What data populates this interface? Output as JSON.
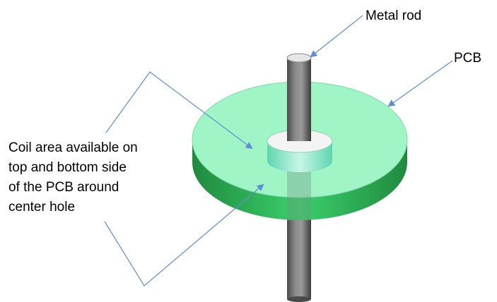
{
  "labels": {
    "metal_rod": "Metal rod",
    "pcb": "PCB",
    "coil_area": [
      "Coil area available on",
      "top and bottom side",
      "of the PCB around",
      "center hole"
    ]
  },
  "colors": {
    "pcb_top": "#9ff5c6",
    "pcb_side": "#2fb35a",
    "rod": "#6e6e6e",
    "arrow": "#5b8fd2"
  }
}
